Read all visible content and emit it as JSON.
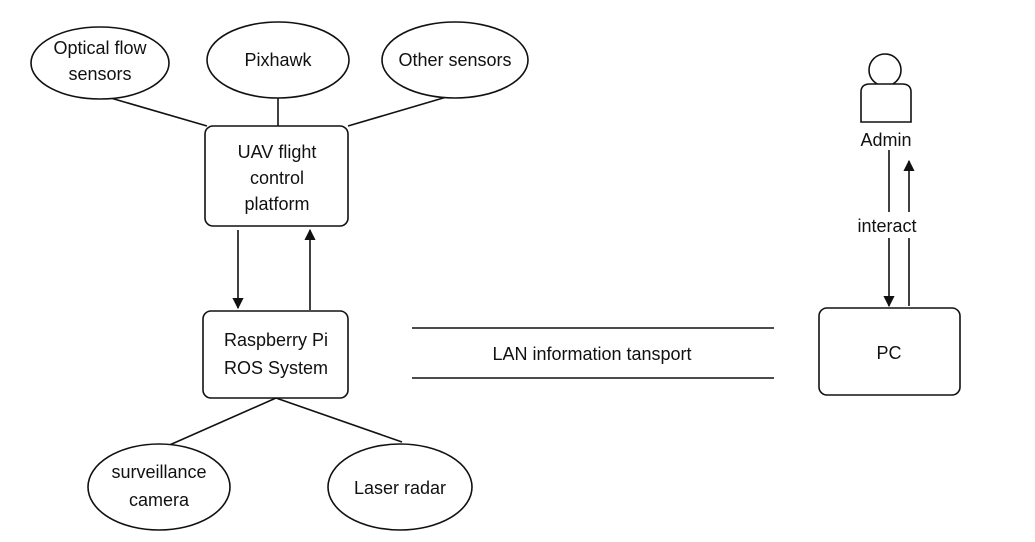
{
  "nodes": {
    "optical_flow": {
      "line1": "Optical flow",
      "line2": "sensors"
    },
    "pixhawk": {
      "label": "Pixhawk"
    },
    "other_sensors": {
      "label": "Other sensors"
    },
    "flight_platform": {
      "line1": "UAV flight",
      "line2": "control",
      "line3": "platform"
    },
    "raspberry": {
      "line1": "Raspberry Pi",
      "line2": "ROS System"
    },
    "camera": {
      "line1": "surveillance",
      "line2": "camera"
    },
    "laser": {
      "label": "Laser radar"
    },
    "pc": {
      "label": "PC"
    },
    "admin": {
      "label": "Admin"
    }
  },
  "edges": {
    "lan": {
      "label": "LAN information tansport"
    },
    "interact": {
      "label": "interact"
    }
  }
}
